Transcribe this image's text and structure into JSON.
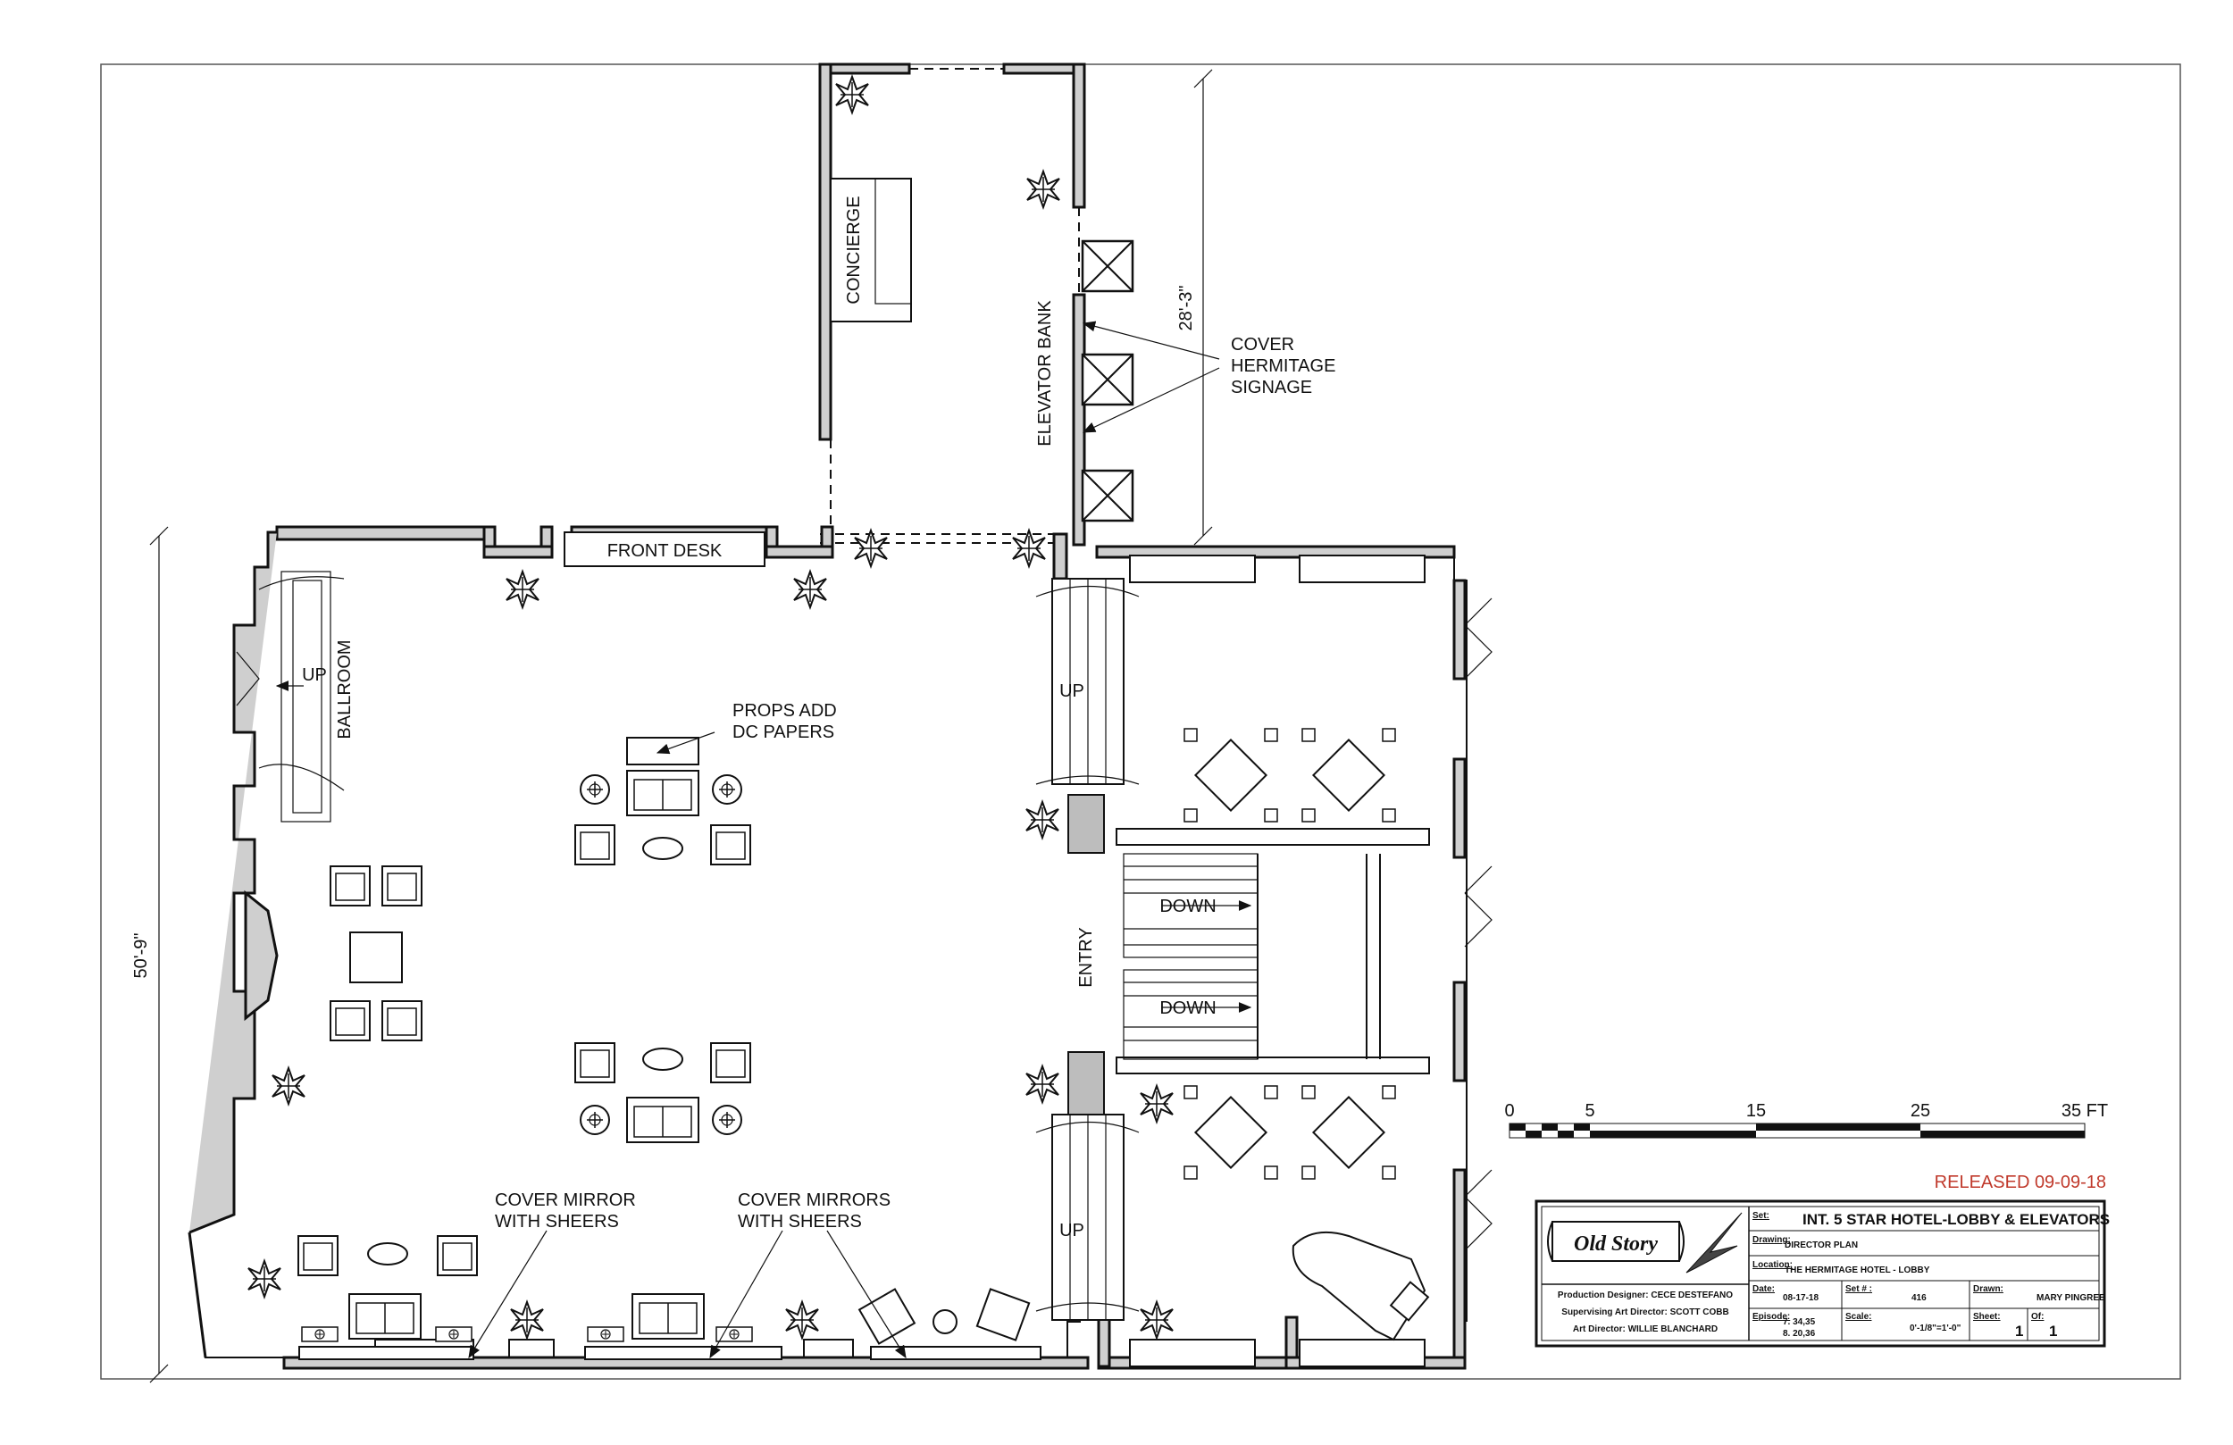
{
  "plan": {
    "room_labels": {
      "front_desk": "FRONT DESK",
      "concierge": "CONCIERGE",
      "elevator_bank": "ELEVATOR BANK",
      "ballroom": "BALLROOM",
      "entry": "ENTRY"
    },
    "stairs": {
      "up": "UP",
      "down": "DOWN"
    },
    "dimensions": {
      "width_elevators": "28'-3\"",
      "height_lobby": "50'-9\""
    },
    "notes": {
      "cover_signage_1": "COVER",
      "cover_signage_2": "HERMITAGE",
      "cover_signage_3": "SIGNAGE",
      "props_1": "PROPS ADD",
      "props_2": "DC PAPERS",
      "mirror1_1": "COVER MIRROR",
      "mirror1_2": "WITH SHEERS",
      "mirror2_1": "COVER MIRRORS",
      "mirror2_2": "WITH SHEERS"
    },
    "scale_bar": {
      "ticks": [
        "0",
        "5",
        "15",
        "25",
        "35 FT"
      ]
    },
    "released": "RELEASED 09-09-18",
    "colors": {
      "released": "#c0392b",
      "walls": "#cfcfcf",
      "ink": "#111111"
    }
  },
  "title_block": {
    "logo": "Old Story",
    "credits": {
      "production_designer": "Production Designer: CECE DESTEFANO",
      "supervising_art_director": "Supervising Art Director: SCOTT COBB",
      "art_director": "Art Director:   WILLIE BLANCHARD"
    },
    "set_label": "Set:",
    "set_value": "INT. 5 STAR HOTEL-LOBBY & ELEVATORS",
    "drawing_label": "Drawing:",
    "drawing_value": "DIRECTOR PLAN",
    "location_label": "Location:",
    "location_value": "THE HERMITAGE HOTEL - LOBBY",
    "date_label": "Date:",
    "date_value": "08-17-18",
    "setnum_label": "Set # :",
    "setnum_value": "416",
    "drawn_label": "Drawn:",
    "drawn_value": "MARY PINGREE",
    "episode_label": "Episode:",
    "episode_value_1": "7. 34,35",
    "episode_value_2": "8. 20,36",
    "scale_label": "Scale:",
    "scale_value": "0'-1/8\"=1'-0\"",
    "sheet_label": "Sheet:",
    "sheet_value": "1",
    "of_label": "Of:",
    "of_value": "1"
  }
}
